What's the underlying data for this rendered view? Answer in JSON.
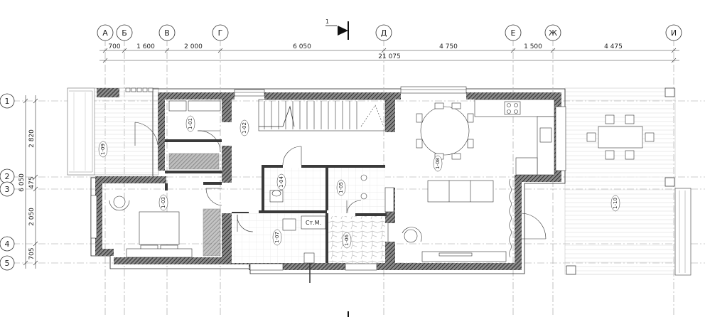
{
  "top_axes": [
    {
      "id": "А",
      "label": "А"
    },
    {
      "id": "Б",
      "label": "Б"
    },
    {
      "id": "В",
      "label": "В"
    },
    {
      "id": "Г",
      "label": "Г"
    },
    {
      "id": "Д",
      "label": "Д"
    },
    {
      "id": "Е",
      "label": "Е"
    },
    {
      "id": "Ж",
      "label": "Ж"
    },
    {
      "id": "И",
      "label": "И"
    }
  ],
  "left_axes": [
    {
      "id": "1",
      "label": "1"
    },
    {
      "id": "2",
      "label": "2"
    },
    {
      "id": "3",
      "label": "3"
    },
    {
      "id": "4",
      "label": "4"
    },
    {
      "id": "5",
      "label": "5"
    }
  ],
  "top_dimensions": [
    "700",
    "1 600",
    "2 000",
    "6 050",
    "4 750",
    "1 500",
    "4 475"
  ],
  "total_dimension": "21 075",
  "left_dimensions": [
    "2 820",
    "475",
    "2 050",
    "705"
  ],
  "left_total_dimension": "6 050",
  "section_mark": "1",
  "rooms": [
    "1-09",
    "1-01",
    "1-02",
    "1-03",
    "1-04",
    "1-05",
    "1-06",
    "1-07",
    "1-08",
    "1-10"
  ],
  "shaft_label": "Ст.М."
}
